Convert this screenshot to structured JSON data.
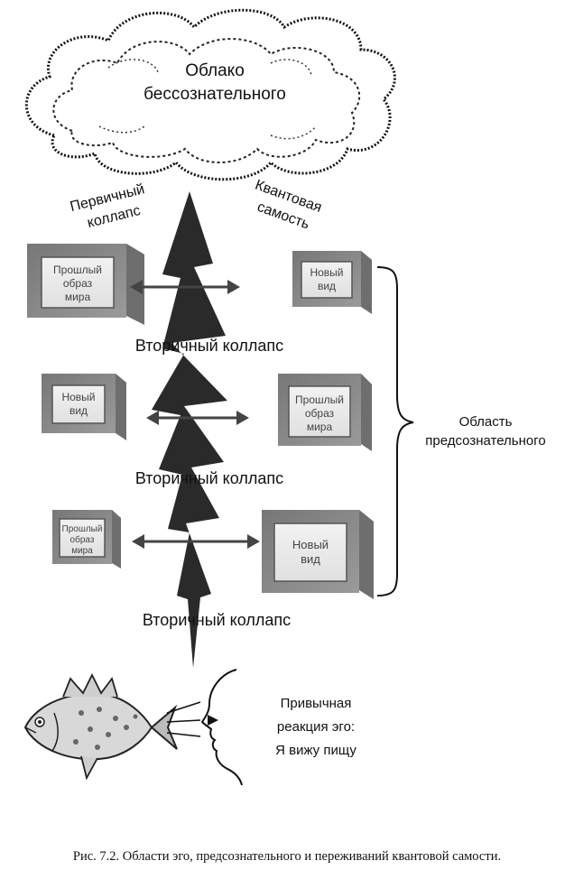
{
  "cloud": {
    "line1": "Облако",
    "line2": "бессознательного"
  },
  "primary_collapse": {
    "line1": "Первичный",
    "line2": "коллапс"
  },
  "quantum_self": {
    "line1": "Квантовая",
    "line2": "самость"
  },
  "secondary_collapse": {
    "label": "Вторичный коллапс"
  },
  "rows": [
    {
      "left": {
        "line1": "Прошлый",
        "line2": "образ",
        "line3": "мира"
      },
      "right": {
        "line1": "Новый",
        "line2": "вид"
      }
    },
    {
      "left": {
        "line1": "Новый",
        "line2": "вид"
      },
      "right": {
        "line1": "Прошлый",
        "line2": "образ",
        "line3": "мира"
      }
    },
    {
      "left": {
        "line1": "Прошлый",
        "line2": "образ",
        "line3": "мира"
      },
      "right": {
        "line1": "Новый",
        "line2": "вид"
      }
    }
  ],
  "preconscious": {
    "line1": "Область",
    "line2": "предсознательного"
  },
  "ego_reaction": {
    "line1": "Привычная",
    "line2": "реакция эго:",
    "line3": "Я вижу пищу"
  },
  "caption": "Рис. 7.2. Области эго, предсознательного и переживаний квантовой самости."
}
